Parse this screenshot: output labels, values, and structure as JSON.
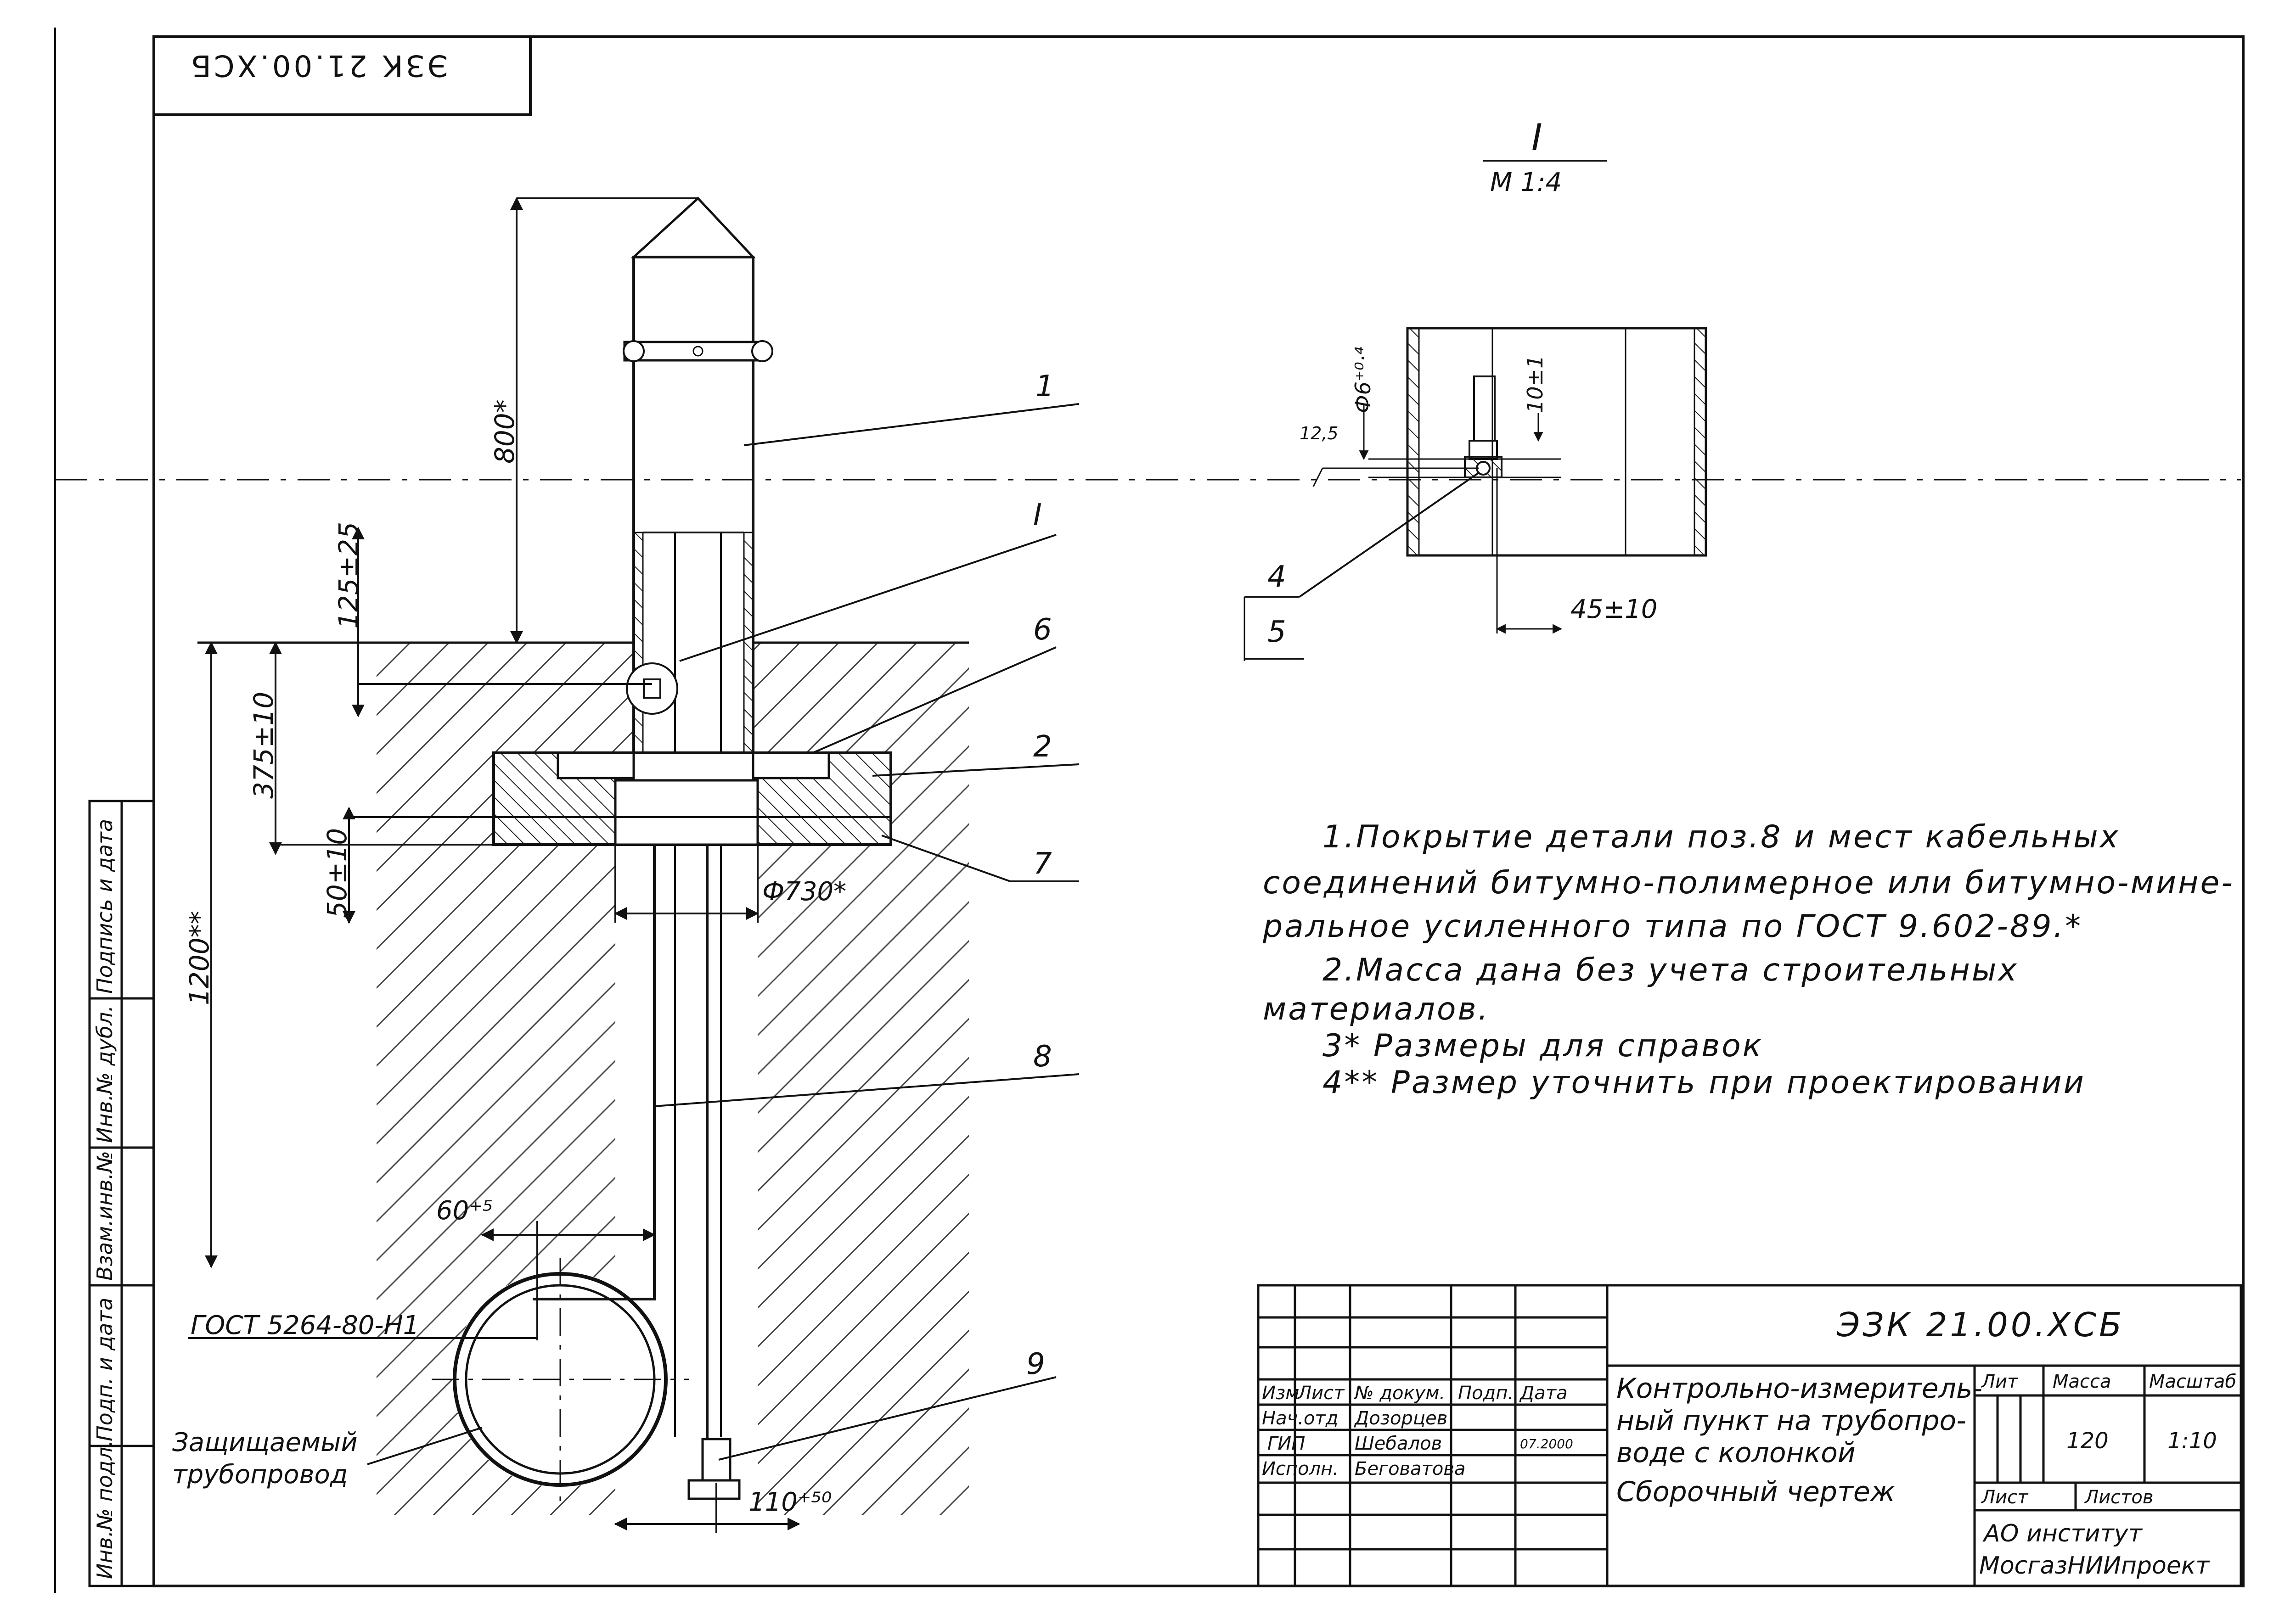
{
  "frame": {
    "drawing_number": "ЭЗК 21.00.ХСБ",
    "drawing_number_flipped": "ЭЗК 21.00.ХСБ",
    "side_columns": [
      "Инв.№ подл.",
      "Подп. и дата",
      "Взам.инв.№",
      "Инв.№ дубл.",
      "Подпись и дата"
    ]
  },
  "view_label": {
    "title": "I",
    "scale": "М 1:4"
  },
  "callouts": {
    "p1": "1",
    "pI": "I",
    "p6": "6",
    "p2": "2",
    "p7": "7",
    "p8": "8",
    "p9": "9",
    "p4": "4",
    "p5": "5"
  },
  "dimensions": {
    "d800": "800*",
    "d125": "125±25",
    "d375": "375±10",
    "d50": "50±10",
    "d1200": "1200**",
    "d730": "Ф730*",
    "d60": "60⁺⁵",
    "d110": "110⁺⁵⁰",
    "d6": "Ф6⁺⁰·⁴",
    "d10": "10±1",
    "d125b": "12,5",
    "d45": "45±10"
  },
  "labels": {
    "gost": "ГОСТ 5264-80-Н1",
    "pipe_line1": "Защищаемый",
    "pipe_line2": "трубопровод"
  },
  "notes": [
    "1.Покрытие детали поз.8 и мест кабельных",
    "соединений битумно-полимерное или битумно-мине-",
    "ральное усиленного типа по ГОСТ 9.602-89.*",
    "2.Масса дана без учета строительных",
    "материалов.",
    "3* Размеры для справок",
    "4** Размер уточнить при проектировании"
  ],
  "title_block": {
    "code": "ЭЗК 21.00.ХСБ",
    "name_lines": [
      "Контрольно-измеритель-",
      "ный пункт на трубопро-",
      "воде с колонкой",
      "Сборочный чертеж"
    ],
    "headers": {
      "izm": "Изм",
      "list": "Лист",
      "doc": "№ докум.",
      "podp": "Подп.",
      "data": "Дата"
    },
    "roles": [
      {
        "role": "Нач.отд",
        "name": "Дозорцев"
      },
      {
        "role": "ГИП",
        "name": "Шебалов"
      },
      {
        "role": "Исполн.",
        "name": "Беговатова"
      }
    ],
    "date_value": "07.2000",
    "lit_label": "Лит",
    "mass_label": "Масса",
    "scale_label": "Масштаб",
    "mass_value": "120",
    "scale_value": "1:10",
    "sheet_label": "Лист",
    "sheets_label": "Листов",
    "org_line1": "АО институт",
    "org_line2": "МосгазНИИпроект"
  }
}
